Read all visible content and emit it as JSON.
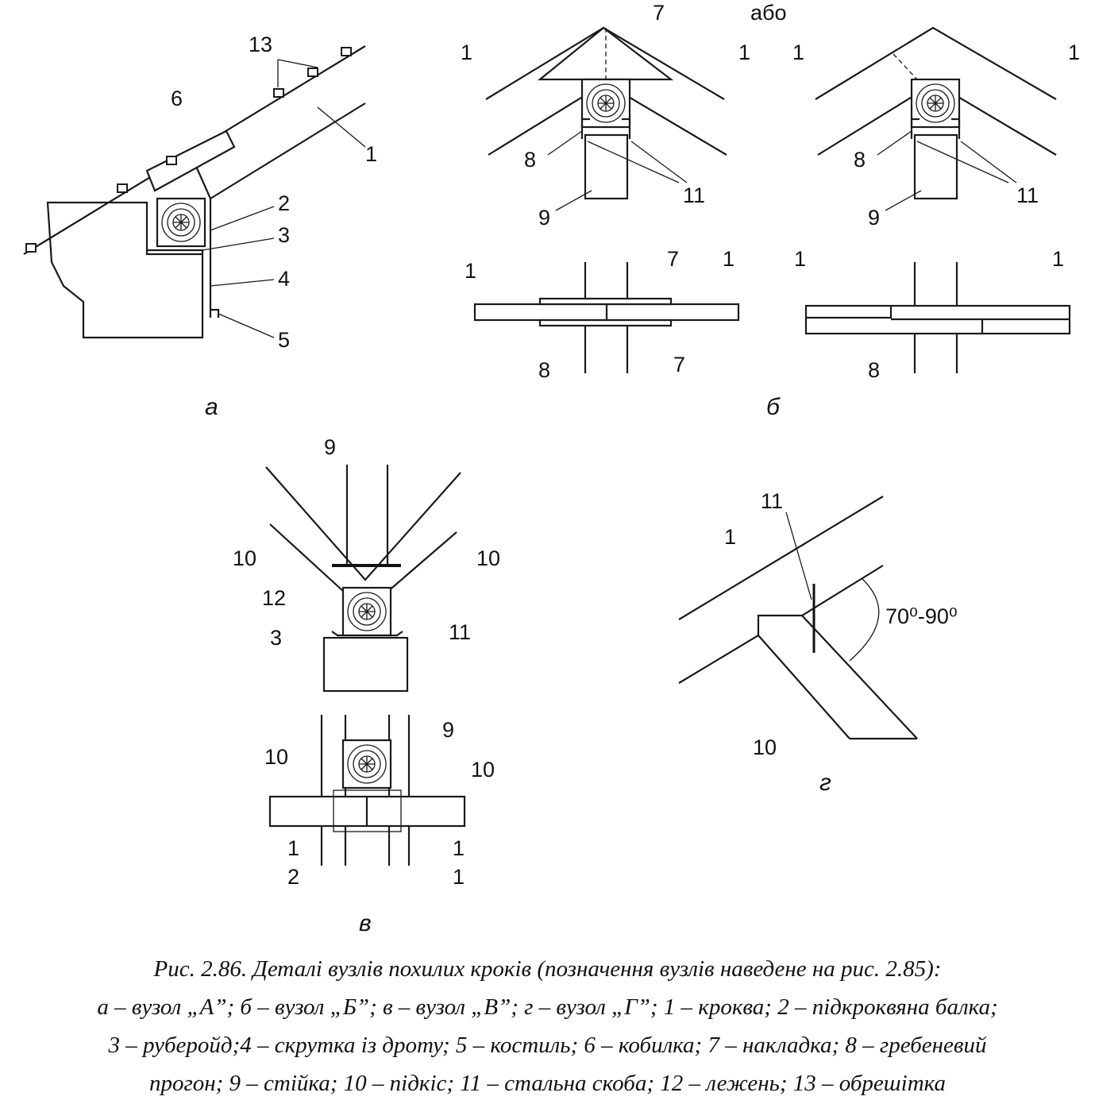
{
  "figure": {
    "or_label": "або",
    "panel_a": {
      "letter": "а",
      "labels": [
        "13",
        "6",
        "1",
        "2",
        "3",
        "4",
        "5"
      ]
    },
    "panel_b": {
      "letter": "б",
      "left_labels": [
        "7",
        "1",
        "1",
        "8",
        "11",
        "9"
      ],
      "right_labels": [
        "1",
        "1",
        "8",
        "11",
        "9"
      ],
      "plan_left_labels": [
        "1",
        "7",
        "1",
        "8",
        "7"
      ],
      "plan_right_labels": [
        "1",
        "1",
        "8"
      ]
    },
    "panel_v": {
      "letter": "в",
      "labels": [
        "9",
        "10",
        "10",
        "12",
        "11",
        "3",
        "9",
        "10",
        "10",
        "1",
        "2",
        "1",
        "1"
      ]
    },
    "panel_g": {
      "letter": "г",
      "labels": [
        "11",
        "1",
        "10"
      ],
      "angle": "70⁰-90⁰"
    }
  },
  "caption": {
    "line1": "Рис. 2.86. Деталі вузлів похилих кроків (позначення вузлів наведене на рис. 2.85):",
    "line2": "а – вузол „А”; б – вузол „Б”; в – вузол „В”; г – вузол „Г”; 1 – кроква; 2 – підкроквяна балка;",
    "line3": "3 – руберойд;4 – скрутка із дроту; 5 – костиль; 6 – кобилка; 7 – накладка; 8 – гребеневий",
    "line4": "прогон; 9 – стійка; 10 – підкіс; 11 – стальна скоба; 12 – лежень; 13 – обрешітка"
  }
}
